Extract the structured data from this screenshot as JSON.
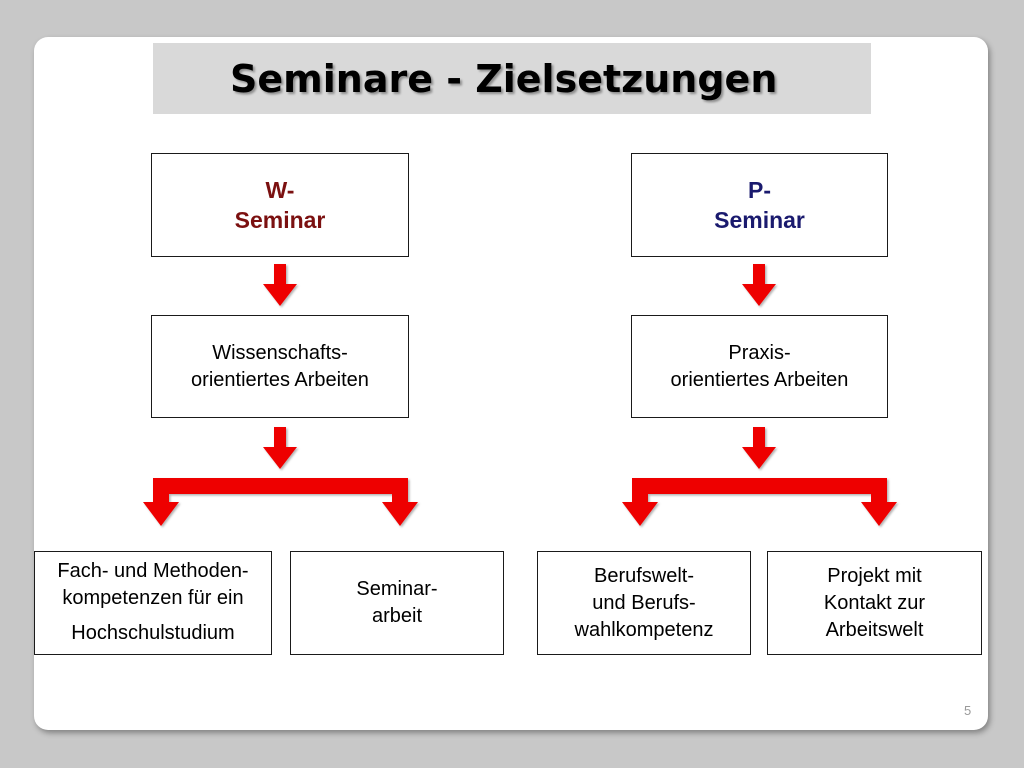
{
  "slide": {
    "title": "Seminare - Zielsetzungen",
    "page_number": "5"
  },
  "diagram": {
    "w_seminar": {
      "line1": "W-",
      "line2": "Seminar",
      "color": "#7b1010",
      "focus": {
        "line1": "Wissenschafts-",
        "line2": "orientiertes Arbeiten"
      },
      "goals": [
        {
          "lines": [
            "Fach- und Methoden-",
            "kompetenzen für ein",
            "Hochschulstudium"
          ]
        },
        {
          "lines": [
            "Seminar-",
            "arbeit"
          ]
        }
      ]
    },
    "p_seminar": {
      "line1": "P-",
      "line2": "Seminar",
      "color": "#1a1a6e",
      "focus": {
        "line1": "Praxis-",
        "line2": "orientiertes Arbeiten"
      },
      "goals": [
        {
          "lines": [
            "Berufswelt-",
            "und Berufs-",
            "wahlkompetenz"
          ]
        },
        {
          "lines": [
            "Projekt mit",
            "Kontakt zur",
            "Arbeitswelt"
          ]
        }
      ]
    },
    "arrow_color": "#ee0000"
  }
}
